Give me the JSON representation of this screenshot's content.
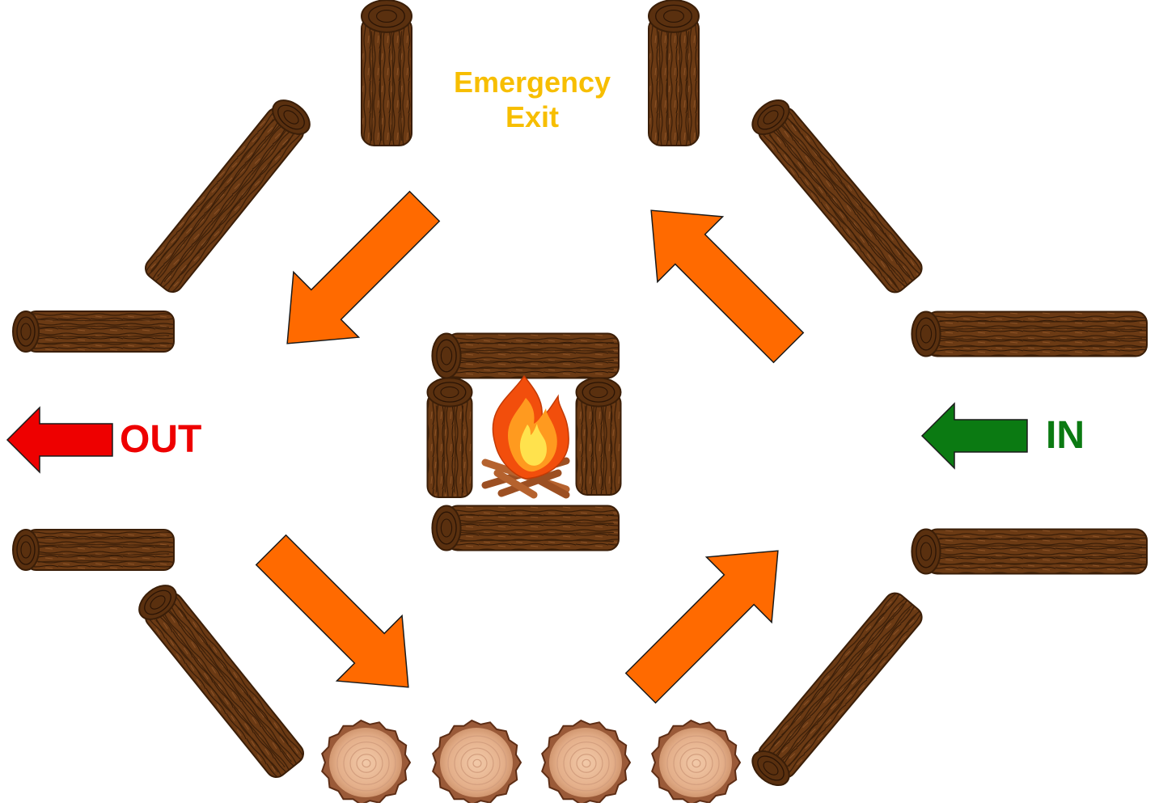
{
  "labels": {
    "emergency_line1": "Emergency",
    "emergency_line2": "Exit",
    "out": "OUT",
    "in": "IN"
  },
  "colors": {
    "emergency": "#F7BE00",
    "out": "#EE0000",
    "in": "#0B7A12",
    "flow_arrow": "#FF6A00",
    "out_arrow": "#EE0000",
    "in_arrow": "#0B7A12",
    "bark": "#6B3A14",
    "bark_dark": "#3A1E08",
    "stump_wood": "#E9B896",
    "stump_bark": "#9A5A38",
    "flame_outer": "#F24E0C",
    "flame_mid": "#FF9A1F",
    "flame_inner": "#FFE24D"
  },
  "icons": {
    "flow_arrows": "arrow-icon",
    "fire": "campfire-icon",
    "logs": "log-icon",
    "stumps": "stump-icon"
  }
}
